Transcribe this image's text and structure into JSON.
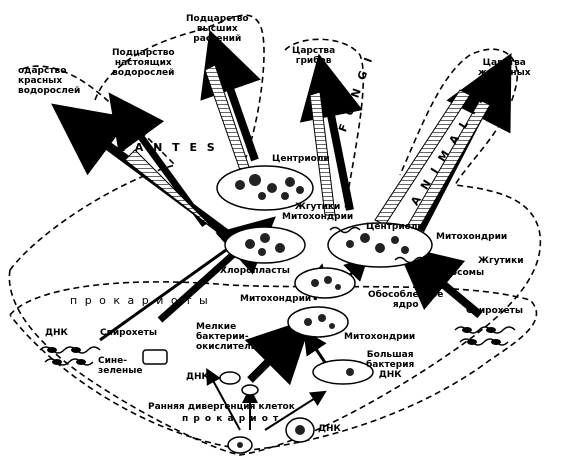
{
  "labels": {
    "red_algae": [
      "одарство",
      "красных",
      "водорослей"
    ],
    "true_algae": [
      "Подцарство",
      "настоящих",
      "водорослей"
    ],
    "higher_plants": [
      "Подцарство",
      "высших",
      "растений"
    ],
    "fungi_kingdom": [
      "Царства",
      "грибов"
    ],
    "animal_kingdom": [
      "Царства",
      "животных"
    ],
    "plantes": "P L A N T E S",
    "fungi": "F U N G I",
    "animalia": "A N I M A L I A",
    "prokaryota": "п р о к а р и о т ы",
    "centrioles_top": "Центриоли",
    "flagella_mito": [
      "Жгутики",
      "Митохондрии"
    ],
    "centrioles_right": "Центриоли",
    "mito_right": "Митохондрии",
    "flagella_right": "Жгутики",
    "chromosomes": "Хромосомы",
    "chloroplasts": "Хлоропласты",
    "mito_mid": "Митохондрии",
    "nucleus": [
      "Обособленное",
      "ядро"
    ],
    "spirochetes_right": "Спирохеты",
    "dna_left": "ДНК",
    "spirochetes_left": "Спирохеты",
    "small_bacteria": [
      "Мелкие",
      "бактерии-",
      "окислители"
    ],
    "mito_lower": "Митохондрии",
    "big_bacterium": [
      "Большая",
      "бактерия",
      "ДНК"
    ],
    "cyano": [
      "Сине-",
      "зеленые"
    ],
    "dna_cyano": "ДНК",
    "early_divergence": "Ранняя дивергенция клеток",
    "prokaryote": "п р о к а р и о т",
    "dna_bottom": "ДНК"
  }
}
